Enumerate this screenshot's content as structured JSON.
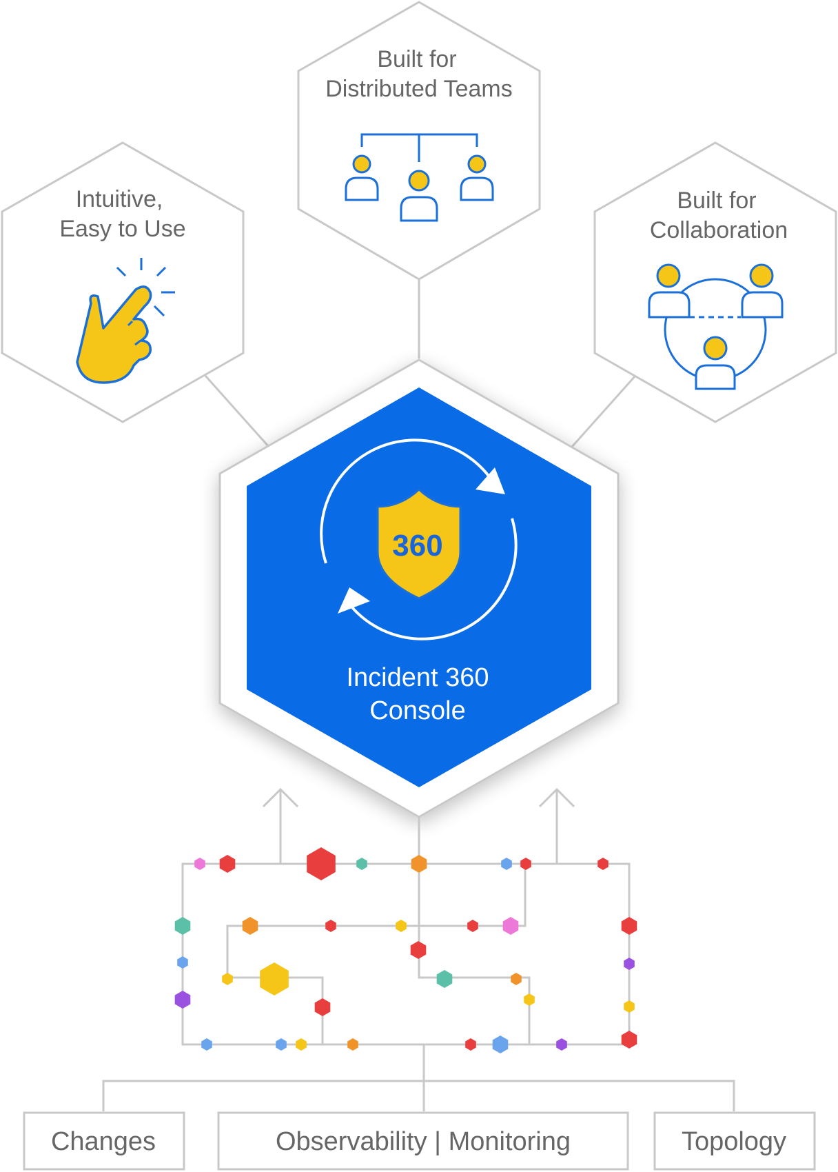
{
  "hexagons": {
    "top": {
      "line1": "Built for",
      "line2": "Distributed Teams"
    },
    "left": {
      "line1": "Intuitive,",
      "line2": "Easy to Use"
    },
    "right": {
      "line1": "Built for",
      "line2": "Collaboration"
    }
  },
  "center": {
    "badge": "360",
    "line1": "Incident 360",
    "line2": "Console"
  },
  "sources": {
    "changes": "Changes",
    "observability": "Observability | Monitoring",
    "topology": "Topology"
  },
  "colors": {
    "primary_blue": "#0a6be6",
    "accent_yellow": "#f5c518",
    "line_gray": "#c8c8c8",
    "text_gray": "#666666",
    "node_red": "#e83e3e",
    "node_orange": "#f0932b",
    "node_teal": "#5cc0a8",
    "node_blue": "#6aa4ec",
    "node_purple": "#9b51e0",
    "node_pink": "#ec78d8",
    "node_yellow": "#f5c518"
  }
}
